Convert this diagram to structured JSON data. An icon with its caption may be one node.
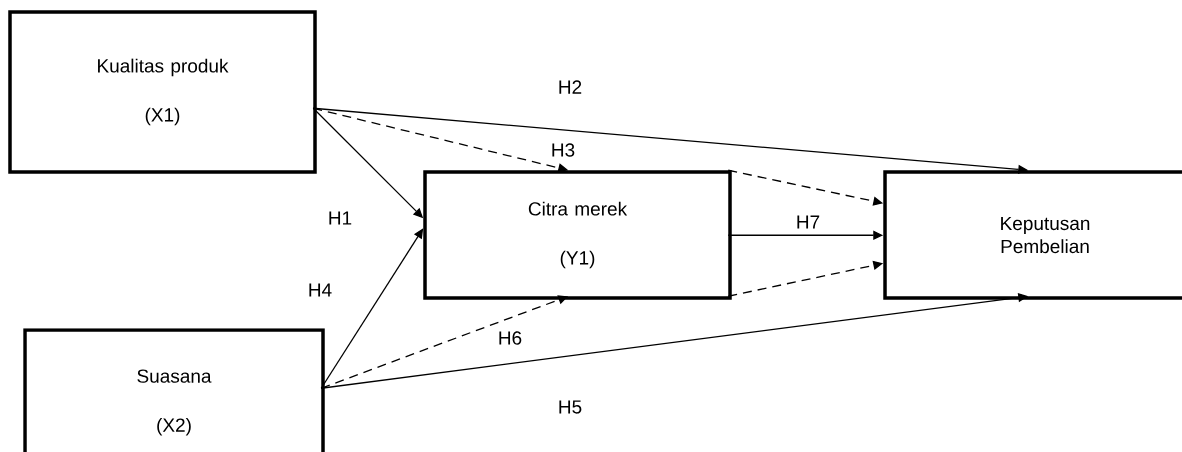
{
  "diagram": {
    "nodes": [
      {
        "text": [
          "Kualitas produk",
          "(X1)"
        ]
      },
      {
        "text": [
          "Suasana",
          "(X2)"
        ]
      },
      {
        "text": [
          "Citra merek",
          "(Y1)"
        ]
      },
      {
        "text": [
          "Keputusan Pembelian"
        ]
      }
    ],
    "edges": [
      {
        "from": 0,
        "to": 2,
        "arrow": "to",
        "label": "H1"
      },
      {
        "from": 0,
        "to": 3,
        "arrow": "to",
        "label": "H2"
      },
      {
        "from": 0,
        "to": 2,
        "arrow": "to",
        "label": "H3",
        "style": "dashed"
      },
      {
        "from": 1,
        "to": 2,
        "arrow": "to",
        "label": "H4"
      },
      {
        "from": 1,
        "to": 3,
        "arrow": "to",
        "label": "H5"
      },
      {
        "from": 1,
        "to": 2,
        "arrow": "to",
        "label": "H6",
        "style": "dashed"
      },
      {
        "from": 2,
        "to": 3,
        "arrow": "to",
        "label": "H7"
      },
      {
        "from": 2,
        "to": 3,
        "arrow": "to",
        "style": "dashed"
      },
      {
        "from": 2,
        "to": 3,
        "arrow": "to",
        "style": "dashed"
      }
    ]
  }
}
